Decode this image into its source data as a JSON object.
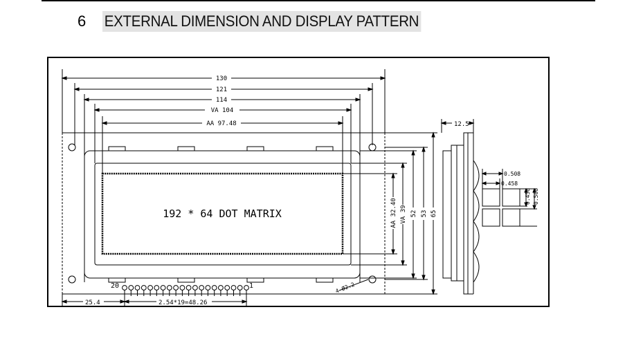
{
  "heading": {
    "number": "6",
    "title": "EXTERNAL DIMENSION AND DISPLAY PATTERN"
  },
  "drawing": {
    "display_label": "192 * 64 DOT MATRIX",
    "dims": {
      "w130": "130",
      "w121": "121",
      "w114": "114",
      "va104": "VA 104",
      "aa97": "AA 97.48",
      "side125": "12.5",
      "aa3240": "AA 32.40",
      "va39": "VA 39",
      "h52": "52",
      "h53": "53",
      "h65": "65",
      "pitch_w508": "0.508",
      "pitch_w458": "0.458",
      "pitch_h458": "0.458",
      "pitch_h508": "0.508",
      "hole": "4-Ø2.2",
      "offset254": "25.4",
      "pins": "2.54*19=48.26",
      "pin20": "20",
      "pin1": "1"
    }
  }
}
